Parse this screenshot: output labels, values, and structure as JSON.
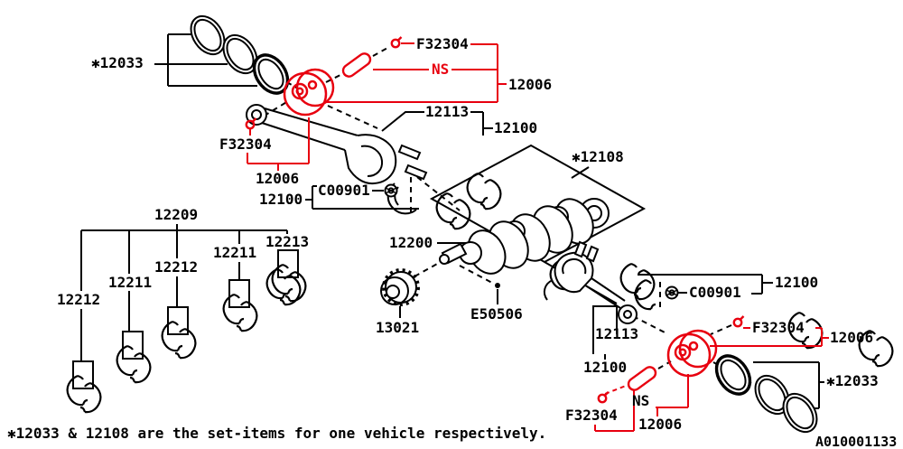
{
  "colors": {
    "highlight_red": "#e8000f",
    "line_black": "#000000",
    "background": "#ffffff"
  },
  "labels": {
    "star12033_top": "✱12033",
    "f32304_top": "F32304",
    "ns_top": "NS",
    "p12006_top": "12006",
    "p12113_top": "12113",
    "p12100_top": "12100",
    "f32304_left": "F32304",
    "p12006_left": "12006",
    "p12100_left": "12100",
    "c00901_top": "C00901",
    "star12108": "✱12108",
    "p12209": "12209",
    "p12213": "12213",
    "p12211_a": "12211",
    "p12212_a": "12212",
    "p12211_b": "12211",
    "p12212_b": "12212",
    "p12200": "12200",
    "p13021": "13021",
    "e50506": "E50506",
    "p12113_bottom": "12113",
    "p12100_bottom_left": "12100",
    "c00901_bottom": "C00901",
    "p12100_bottom_right": "12100",
    "f32304_right": "F32304",
    "p12006_right": "12006",
    "ns_bottom": "NS",
    "f32304_bottom": "F32304",
    "p12006_bottom": "12006",
    "star12033_bottom": "✱12033"
  },
  "footer": {
    "note": "✱12033 & 12108 are the set-items for one vehicle respectively.",
    "drawing_code": "A010001133"
  }
}
